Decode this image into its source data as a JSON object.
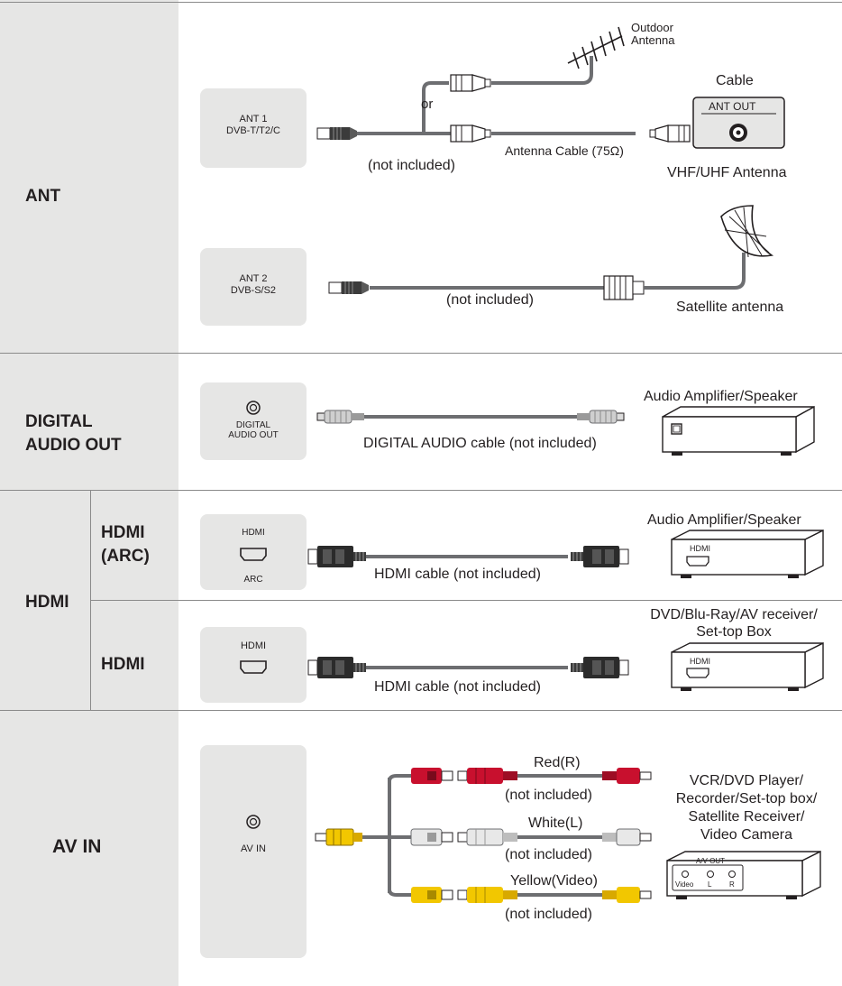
{
  "sections": {
    "ant": "ANT",
    "digital_audio_out": "DIGITAL\nAUDIO OUT",
    "hdmi_group": "HDMI",
    "hdmi_arc": "HDMI\n(ARC)",
    "hdmi": "HDMI",
    "av_in": "AV IN"
  },
  "ports": {
    "ant1": "ANT 1\nDVB-T/T2/C",
    "ant2": "ANT 2\nDVB-S/S2",
    "digital_audio_out": "DIGITAL\nAUDIO OUT",
    "hdmi_arc_top": "HDMI",
    "hdmi_arc_bottom": "ARC",
    "hdmi": "HDMI",
    "av_in": "AV IN"
  },
  "ant": {
    "outdoor_antenna": "Outdoor\nAntenna",
    "or": "or",
    "cable": "Cable",
    "ant_out": "ANT OUT",
    "antenna_cable": "Antenna Cable (75Ω)",
    "not_included_1": "(not included)",
    "vhf_uhf": "VHF/UHF Antenna",
    "not_included_2": "(not included)",
    "satellite": "Satellite antenna"
  },
  "digital": {
    "device": "Audio Amplifier/Speaker",
    "cable": "DIGITAL AUDIO cable (not included)"
  },
  "hdmi_arc": {
    "device": "Audio Amplifier/Speaker",
    "device_port": "HDMI",
    "cable": "HDMI cable (not included)"
  },
  "hdmi": {
    "device": "DVD/Blu-Ray/AV receiver/\nSet-top Box",
    "device_port": "HDMI",
    "cable": "HDMI cable (not included)"
  },
  "av": {
    "red": "Red(R)",
    "white": "White(L)",
    "yellow": "Yellow(Video)",
    "not_included_red": "(not included)",
    "not_included_white": "(not included)",
    "not_included_yellow": "(not included)",
    "device": "VCR/DVD Player/\nRecorder/Set-top box/\nSatellite Receiver/\nVideo Camera",
    "device_panel_title": "A/V OUT",
    "device_video": "Video",
    "device_l": "L",
    "device_r": "R"
  },
  "colors": {
    "panel_gray": "#e6e6e5",
    "cable_gray": "#6d6e71",
    "red": "#c8102e",
    "white": "#e8e8e8",
    "yellow": "#f2c700"
  }
}
